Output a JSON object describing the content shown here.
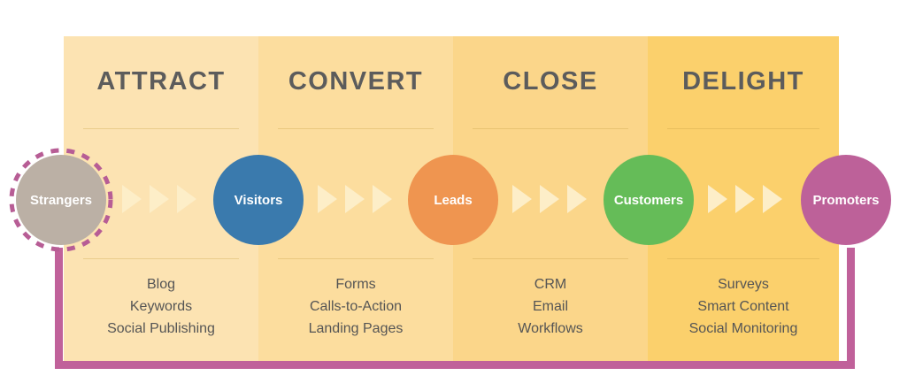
{
  "stages": [
    {
      "title": "ATTRACT",
      "items": [
        "Blog",
        "Keywords",
        "Social Publishing"
      ]
    },
    {
      "title": "CONVERT",
      "items": [
        "Forms",
        "Calls-to-Action",
        "Landing Pages"
      ]
    },
    {
      "title": "CLOSE",
      "items": [
        "CRM",
        "Email",
        "Workflows"
      ]
    },
    {
      "title": "DELIGHT",
      "items": [
        "Surveys",
        "Smart Content",
        "Social Monitoring"
      ]
    }
  ],
  "personas": [
    {
      "label": "Strangers",
      "color": "#bbb0a5"
    },
    {
      "label": "Visitors",
      "color": "#3a7aad"
    },
    {
      "label": "Leads",
      "color": "#ef9550"
    },
    {
      "label": "Customers",
      "color": "#65bc58"
    },
    {
      "label": "Promoters",
      "color": "#bd6199"
    }
  ],
  "colors": {
    "stage_backgrounds": [
      "#fce3b2",
      "#fcdd9e",
      "#fbd68a",
      "#fbd06c"
    ],
    "chevron": "#fdeec8",
    "loop": "#c0619a",
    "dashed_ring": "#b75d95",
    "title_text": "#5c5c5c",
    "item_text": "#555555"
  },
  "icons": {
    "stage_arrows": "chevron-right-icon",
    "start_marker": "dashed-ring-icon"
  }
}
